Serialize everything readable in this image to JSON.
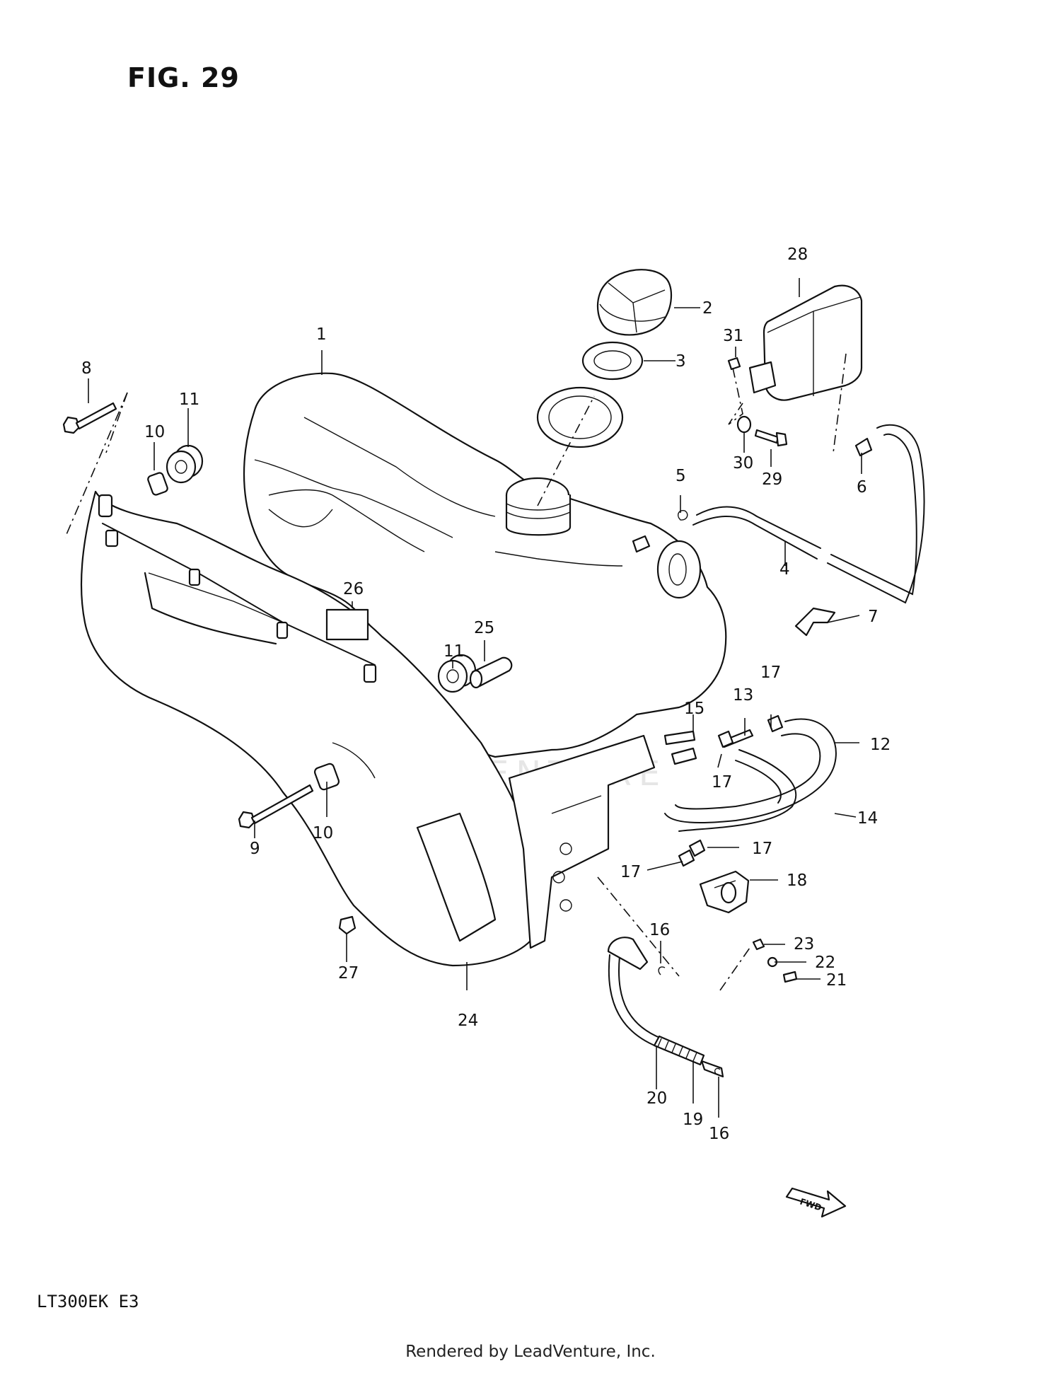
{
  "figure_title": "FIG. 29",
  "model_code": "LT300EK  E3",
  "footer": "Rendered by LeadVenture, Inc.",
  "watermark": "LEADVENTURE",
  "callouts": {
    "p1": "1",
    "p2": "2",
    "p3": "3",
    "p4": "4",
    "p5": "5",
    "p6": "6",
    "p7": "7",
    "p8": "8",
    "p9": "9",
    "p10a": "10",
    "p10b": "10",
    "p11a": "11",
    "p11b": "11",
    "p12": "12",
    "p13": "13",
    "p14": "14",
    "p15": "15",
    "p16a": "16",
    "p16b": "16",
    "p17a": "17",
    "p17b": "17",
    "p17c": "17",
    "p17d": "17",
    "p18": "18",
    "p19": "19",
    "p20": "20",
    "p21": "21",
    "p22": "22",
    "p23": "23",
    "p24": "24",
    "p25": "25",
    "p26": "26",
    "p27": "27",
    "p28": "28",
    "p29": "29",
    "p30": "30",
    "p31": "31"
  },
  "fwd_label": "FWD"
}
